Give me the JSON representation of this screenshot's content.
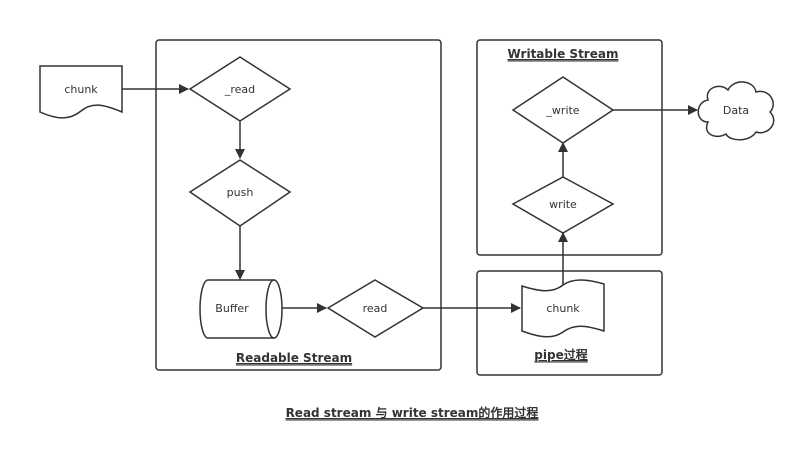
{
  "containers": {
    "readable": {
      "title": "Readable Stream"
    },
    "writable": {
      "title": "Writable Stream"
    },
    "pipe": {
      "title": "pipe过程"
    }
  },
  "nodes": {
    "chunk_in": {
      "label": "chunk",
      "shape": "document"
    },
    "read_internal": {
      "label": "_read",
      "shape": "diamond"
    },
    "push": {
      "label": "push",
      "shape": "diamond"
    },
    "buffer": {
      "label": "Buffer",
      "shape": "cylinder"
    },
    "read": {
      "label": "read",
      "shape": "diamond"
    },
    "chunk_pipe": {
      "label": "chunk",
      "shape": "document"
    },
    "write": {
      "label": "write",
      "shape": "diamond"
    },
    "write_internal": {
      "label": "_write",
      "shape": "diamond"
    },
    "data": {
      "label": "Data",
      "shape": "cloud"
    }
  },
  "edges": [
    {
      "from": "chunk_in",
      "to": "read_internal"
    },
    {
      "from": "read_internal",
      "to": "push"
    },
    {
      "from": "push",
      "to": "buffer"
    },
    {
      "from": "buffer",
      "to": "read"
    },
    {
      "from": "read",
      "to": "chunk_pipe"
    },
    {
      "from": "chunk_pipe",
      "to": "write"
    },
    {
      "from": "write",
      "to": "write_internal"
    },
    {
      "from": "write_internal",
      "to": "data"
    }
  ],
  "caption": "Read stream 与 write stream的作用过程",
  "colors": {
    "stroke": "#333333",
    "fill": "#ffffff",
    "text": "#333333"
  }
}
